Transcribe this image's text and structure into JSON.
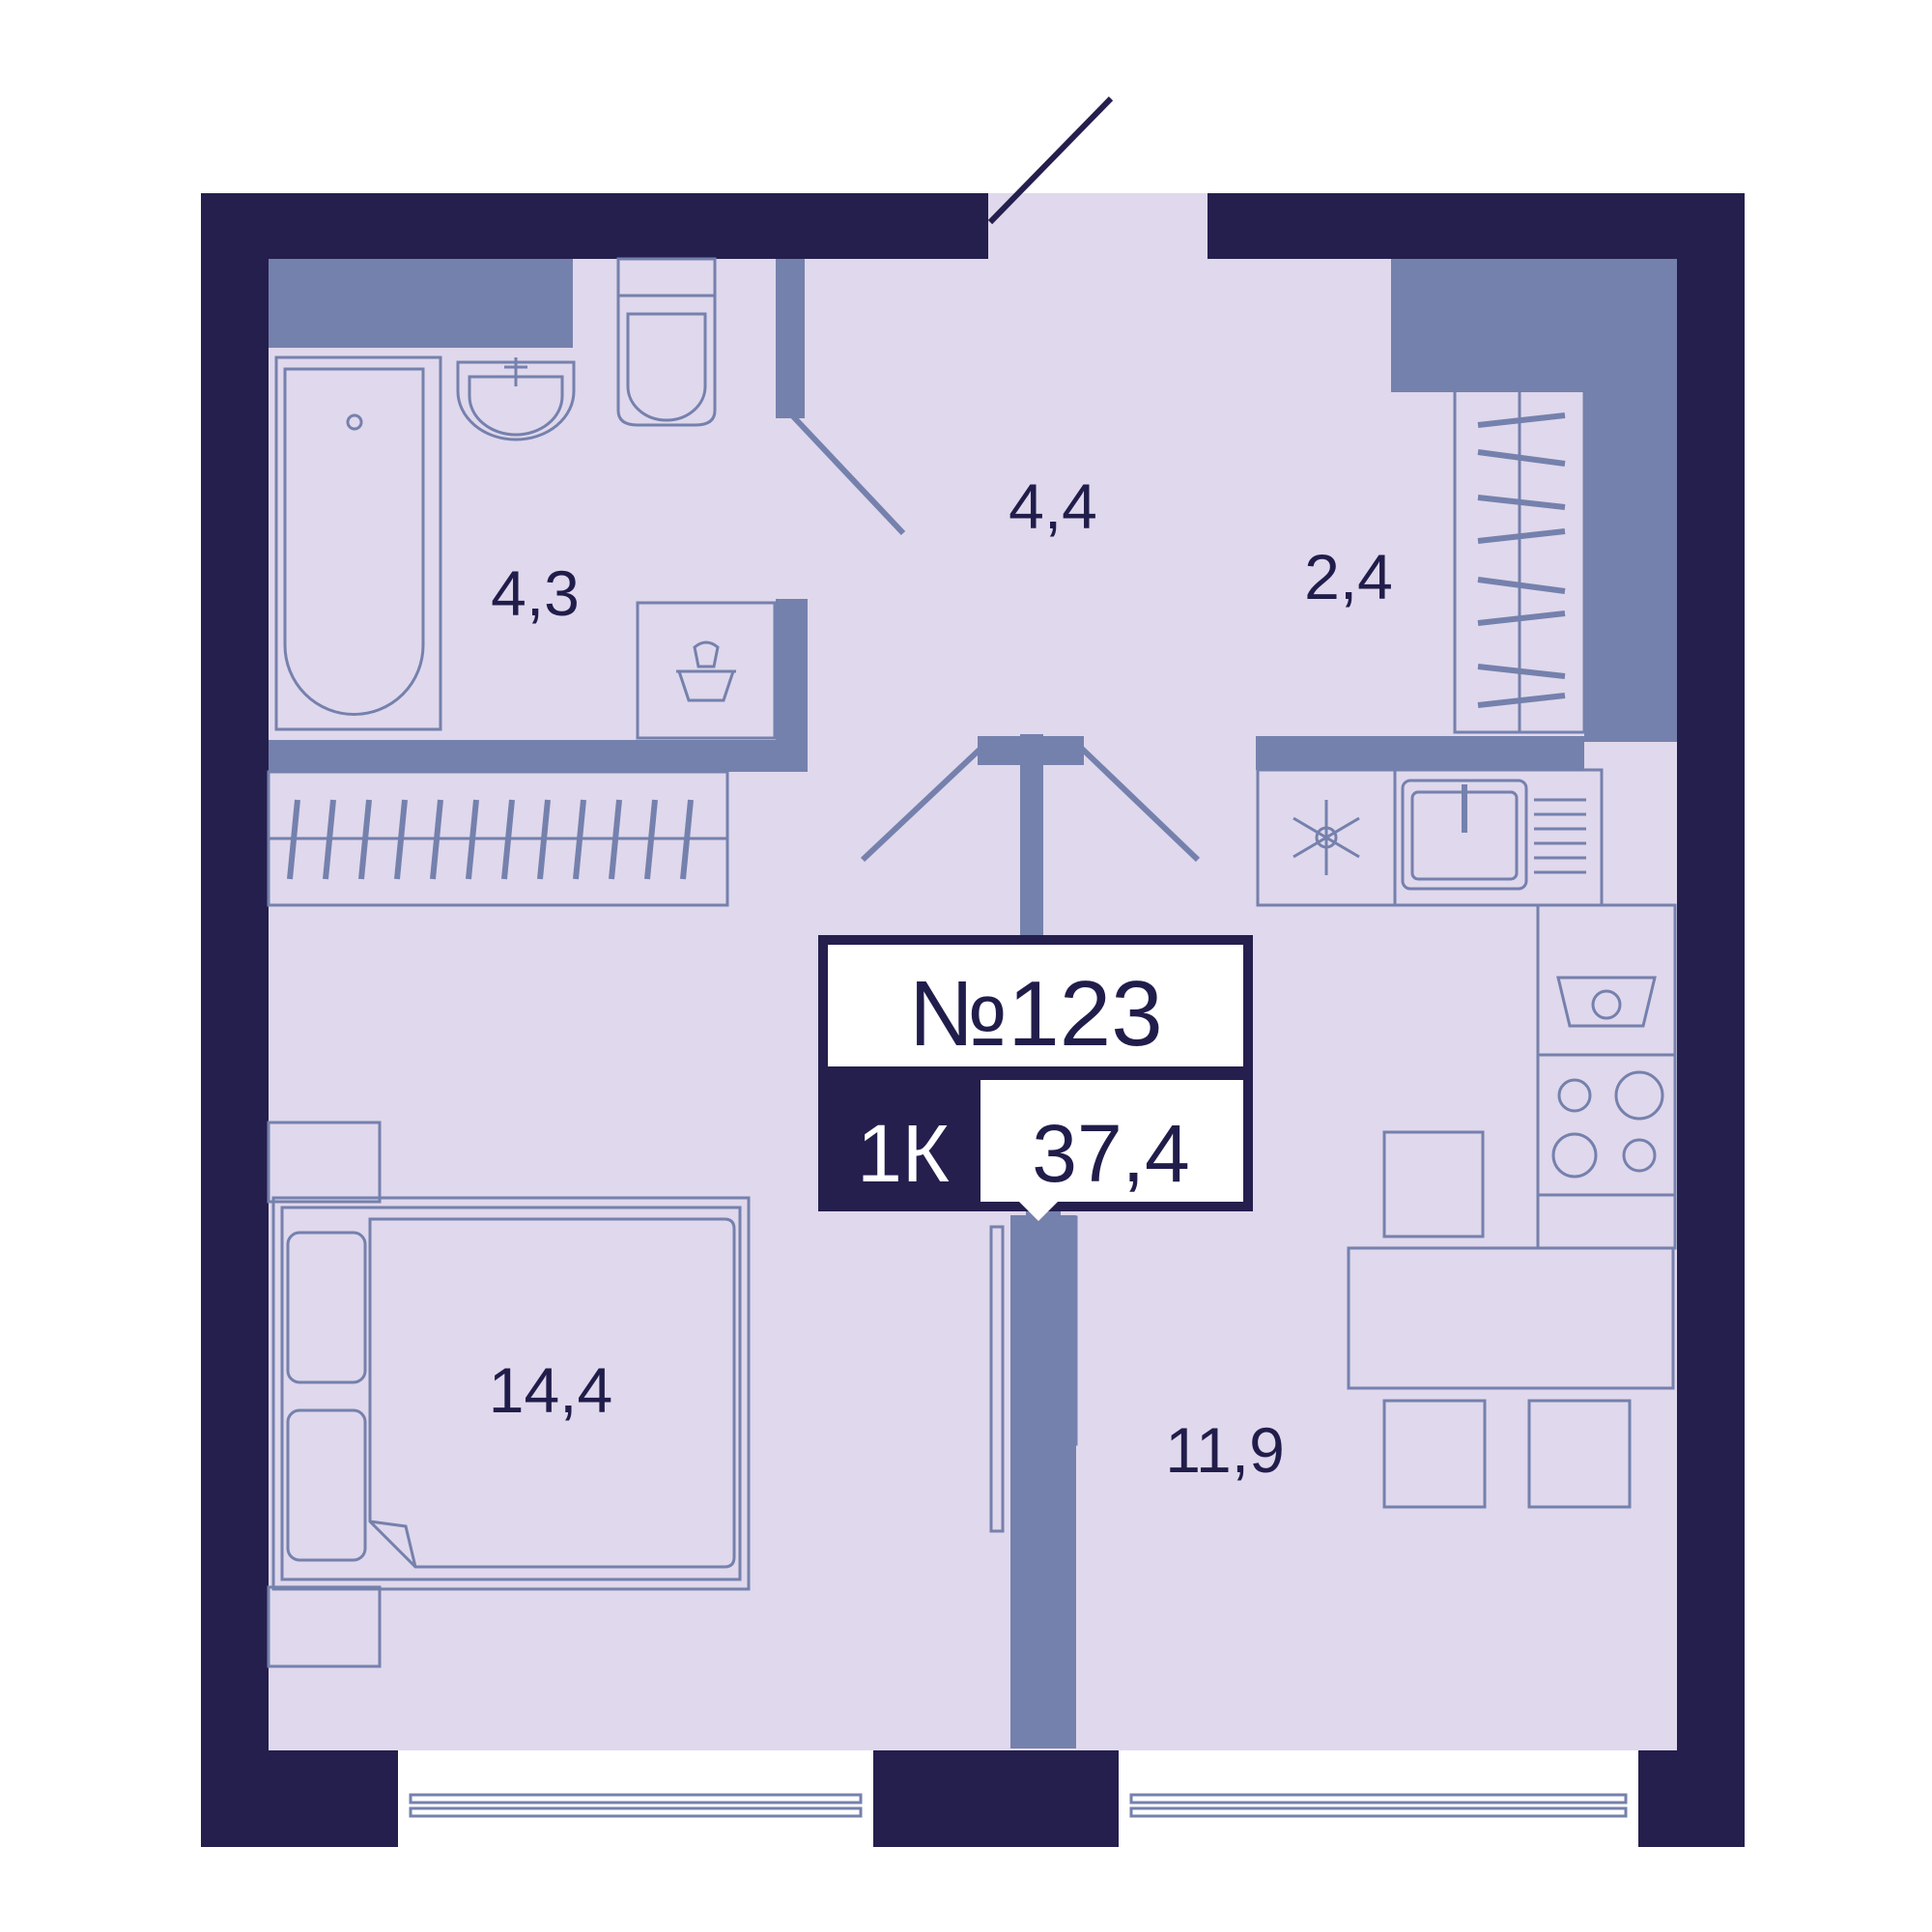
{
  "rooms": {
    "bathroom": "4,3",
    "hall": "4,4",
    "closet": "2,4",
    "bedroom": "14,4",
    "kitchen": "11,9"
  },
  "badge": {
    "number": "№123",
    "type": "1К",
    "total_area": "37,4"
  },
  "colors": {
    "wall": "#241f4d",
    "floor": "#e0d8ec",
    "partition": "#7581ad",
    "badge_dark": "#241f4d",
    "badge_light": "#ffffff"
  }
}
